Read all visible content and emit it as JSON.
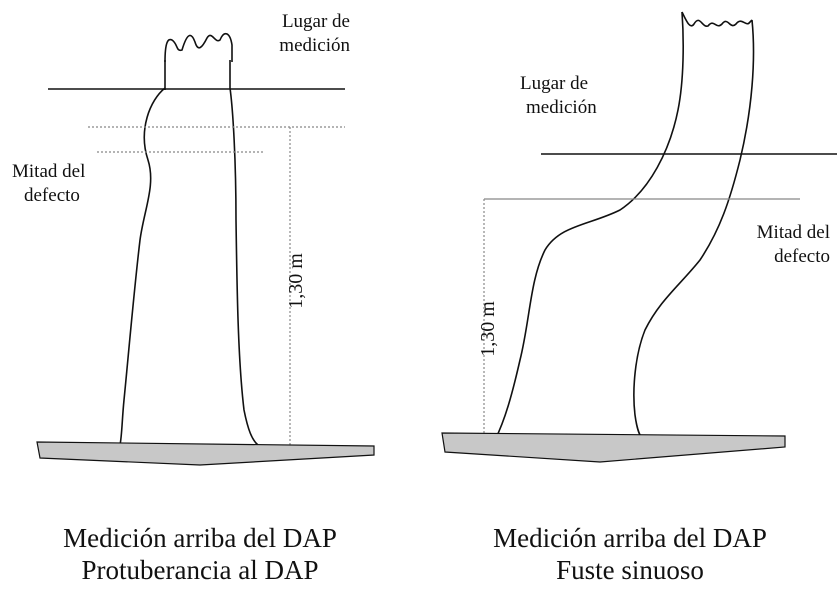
{
  "left_panel": {
    "measure_label_line1": "Lugar de",
    "measure_label_line2": "medición",
    "defect_label_line1": "Mitad del",
    "defect_label_line2": "defecto",
    "height_label": "1,30 m",
    "caption_line1": "Medición arriba del DAP",
    "caption_line2": "Protuberancia al DAP"
  },
  "right_panel": {
    "measure_label_line1": "Lugar de",
    "measure_label_line2": "medición",
    "defect_label_line1": "Mitad del",
    "defect_label_line2": "defecto",
    "height_label": "1,30 m",
    "caption_line1": "Medición arriba del DAP",
    "caption_line2": "Fuste sinuoso"
  },
  "colors": {
    "ground_fill": "#c8c8c8",
    "ink": "#111111",
    "dotted_line": "#999999"
  }
}
